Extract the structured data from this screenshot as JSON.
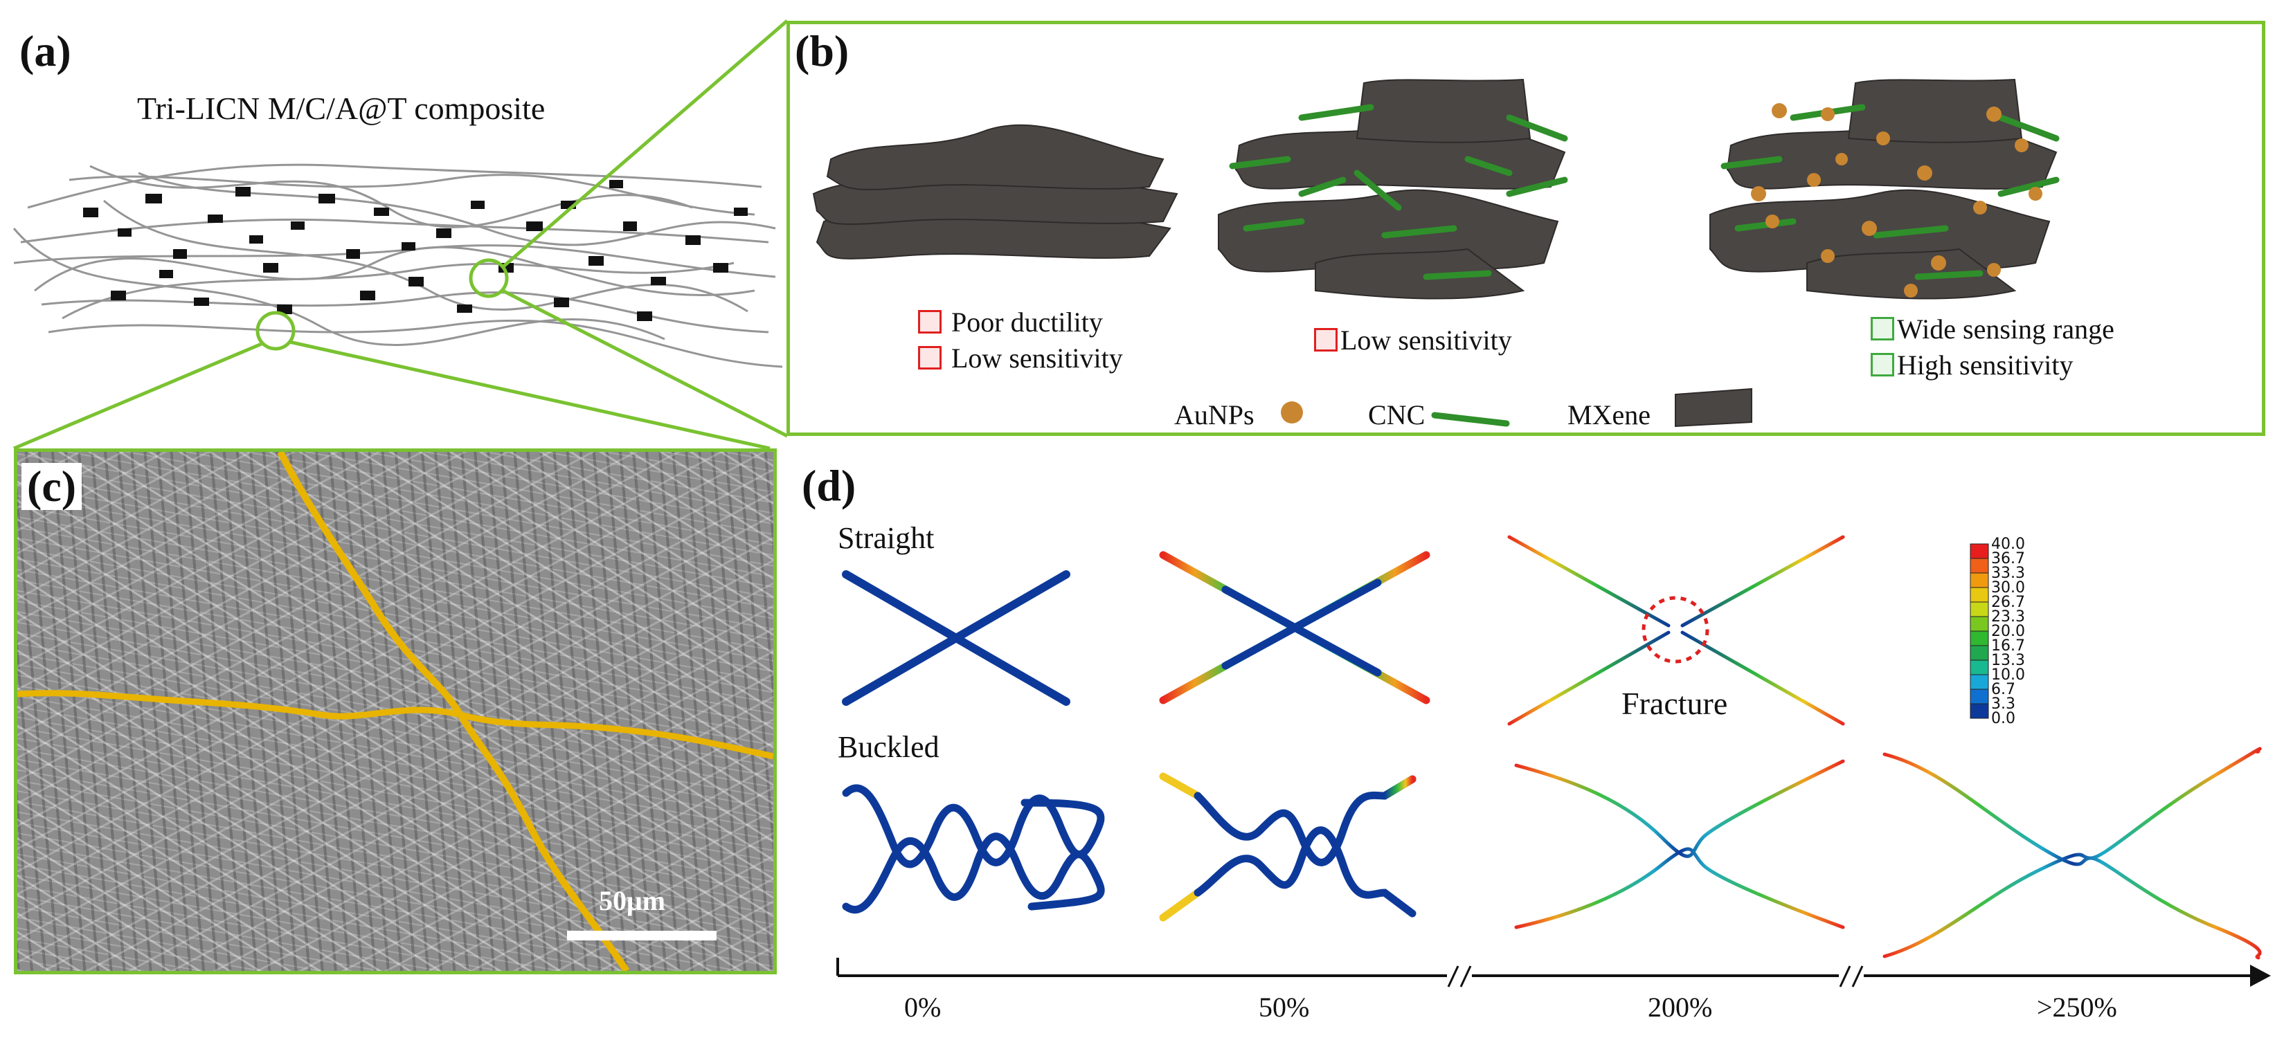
{
  "panels": {
    "a": {
      "label": "(a)",
      "title": "Tri-LICN M/C/A@T composite"
    },
    "b": {
      "label": "(b)",
      "stage1": [
        "Poor ductility",
        "Low sensitivity"
      ],
      "stage2": [
        "Low sensitivity"
      ],
      "stage3": [
        "Wide sensing range",
        "High sensitivity"
      ],
      "legend": {
        "aunps": "AuNPs",
        "cnc": "CNC",
        "mxene": "MXene"
      }
    },
    "c": {
      "label": "(c)",
      "scale_bar": "50μm"
    },
    "d": {
      "label": "(d)",
      "row1": "Straight",
      "row2": "Buckled",
      "fracture": "Fracture",
      "strain_axis": [
        "0%",
        "50%",
        "200%",
        ">250%"
      ],
      "colorbar": [
        "40.0",
        "36.7",
        "33.3",
        "30.0",
        "26.7",
        "23.3",
        "20.0",
        "16.7",
        "13.3",
        "10.0",
        "6.7",
        "3.3",
        "0.0"
      ]
    }
  },
  "colors": {
    "panel_border": "#7ac231",
    "crack": "#e8b400",
    "mxene": "#4a4644",
    "cnc": "#2f8f2a",
    "aunp": "#c98630"
  }
}
